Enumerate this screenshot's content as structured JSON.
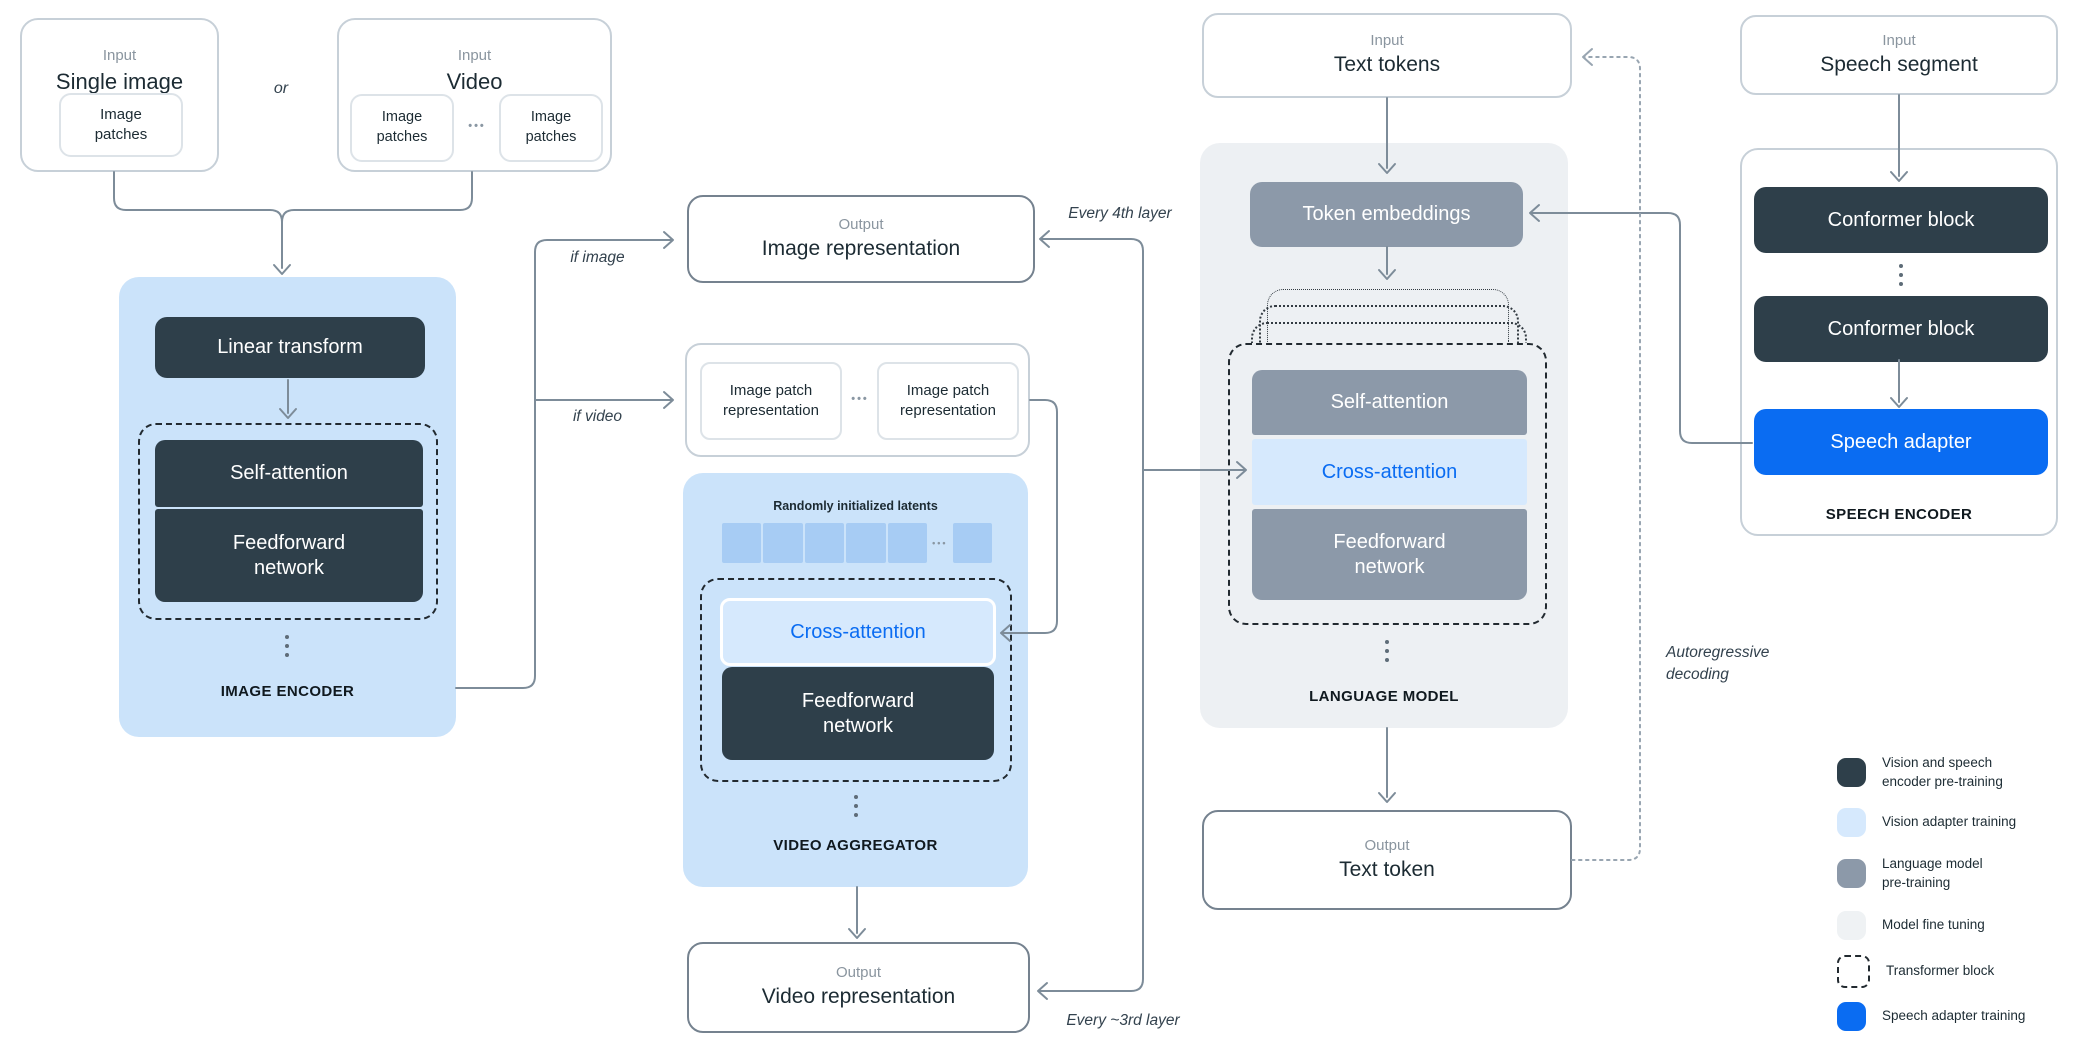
{
  "palette": {
    "dark_navy": "#2E3F4A",
    "language_model_gray": "#8C99A9",
    "vision_adapter_blue": "#CBE3FA",
    "cross_attention_blue": "#D6E9FD",
    "speech_adapter_blue": "#0A6CF2",
    "fine_tune_gray": "#EDF0F3",
    "connector_gray": "#7D8C99"
  },
  "icons": {
    "vertical_dots": "vertical-ellipsis",
    "horizontal_dots": "•••",
    "arrowhead": "open-chevron"
  },
  "inputs": {
    "single_image": {
      "kicker": "Input",
      "title": "Single image",
      "patch_label": "Image patches"
    },
    "or_label": "or",
    "video": {
      "kicker": "Input",
      "title": "Video",
      "patch_label_1": "Image patches",
      "patch_label_2": "Image patches",
      "dots": "•••"
    },
    "text_tokens": {
      "kicker": "Input",
      "title": "Text tokens"
    },
    "speech": {
      "kicker": "Input",
      "title": "Speech segment"
    }
  },
  "image_encoder": {
    "linear_transform": "Linear transform",
    "self_attention": "Self-attention",
    "feedforward": "Feedforward network",
    "caption": "IMAGE ENCODER"
  },
  "patch_row": {
    "box_1": "Image patch representation",
    "dots": "•••",
    "box_2": "Image patch representation"
  },
  "video_aggregator": {
    "latents_caption": "Randomly initialized latents",
    "latents_dots": "•••",
    "cross_attention": "Cross-attention",
    "feedforward": "Feedforward network",
    "caption": "VIDEO AGGREGATOR"
  },
  "language_model": {
    "token_embeddings": "Token embeddings",
    "self_attention": "Self-attention",
    "cross_attention": "Cross-attention",
    "feedforward": "Feedforward network",
    "caption": "LANGUAGE MODEL"
  },
  "speech_encoder": {
    "conformer_1": "Conformer block",
    "conformer_2": "Conformer block",
    "adapter": "Speech adapter",
    "caption": "SPEECH ENCODER"
  },
  "outputs": {
    "image": {
      "kicker": "Output",
      "title": "Image representation"
    },
    "video": {
      "kicker": "Output",
      "title": "Video representation"
    },
    "text": {
      "kicker": "Output",
      "title": "Text token"
    }
  },
  "annotations": {
    "every_4th_layer": "Every 4th layer",
    "every_3rd_layer": "Every ~3rd layer",
    "if_image": "if image",
    "if_video": "if video",
    "autoregressive_line_1": "Autoregressive",
    "autoregressive_line_2": "decoding"
  },
  "legend": {
    "items": [
      {
        "swatch": "dark-navy",
        "lines": [
          "Vision and speech",
          "encoder pre-training"
        ]
      },
      {
        "swatch": "light-blue",
        "lines": [
          "Vision adapter training"
        ]
      },
      {
        "swatch": "gray",
        "lines": [
          "Language model",
          "pre-training"
        ]
      },
      {
        "swatch": "fine-tune",
        "lines": [
          "Model fine tuning"
        ]
      },
      {
        "swatch": "dashed",
        "lines": [
          "Transformer block"
        ]
      },
      {
        "swatch": "blue",
        "lines": [
          "Speech adapter training"
        ]
      }
    ]
  }
}
